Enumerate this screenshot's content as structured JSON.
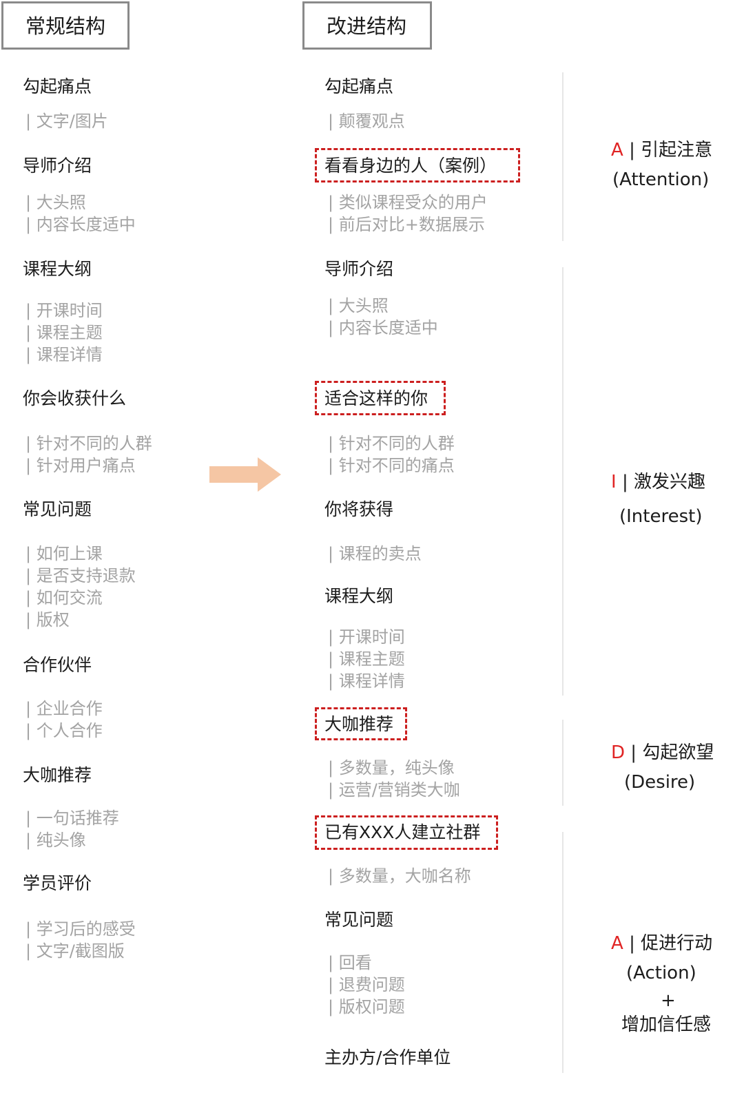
{
  "left": {
    "header": "常规结构",
    "sections": [
      {
        "title": "勾起痛点",
        "items": [
          "| 文字/图片"
        ]
      },
      {
        "title": "导师介绍",
        "items": [
          "| 大头照",
          "| 内容长度适中"
        ]
      },
      {
        "title": "课程大纲",
        "items": [
          "| 开课时间",
          "| 课程主题",
          "| 课程详情"
        ]
      },
      {
        "title": "你会收获什么",
        "items": [
          "| 针对不同的人群",
          "| 针对用户痛点"
        ]
      },
      {
        "title": "常见问题",
        "items": [
          "| 如何上课",
          "| 是否支持退款",
          "| 如何交流",
          "| 版权"
        ]
      },
      {
        "title": "合作伙伴",
        "items": [
          "| 企业合作",
          "| 个人合作"
        ]
      },
      {
        "title": "大咖推荐",
        "items": [
          "| 一句话推荐",
          "| 纯头像"
        ]
      },
      {
        "title": "学员评价",
        "items": [
          "| 学习后的感受",
          "| 文字/截图版"
        ]
      }
    ]
  },
  "right": {
    "header": "改进结构",
    "sections": [
      {
        "title": "勾起痛点",
        "highlighted": false,
        "items": [
          "| 颠覆观点"
        ]
      },
      {
        "title": "看看身边的人（案例）",
        "highlighted": true,
        "items": [
          "| 类似课程受众的用户",
          "| 前后对比+数据展示"
        ]
      },
      {
        "title": "导师介绍",
        "highlighted": false,
        "items": [
          "| 大头照",
          "| 内容长度适中"
        ]
      },
      {
        "title": "适合这样的你",
        "highlighted": true,
        "items": [
          "| 针对不同的人群",
          "| 针对不同的痛点"
        ]
      },
      {
        "title": "你将获得",
        "highlighted": false,
        "items": [
          "| 课程的卖点"
        ]
      },
      {
        "title": "课程大纲",
        "highlighted": false,
        "items": [
          "| 开课时间",
          "| 课程主题",
          "| 课程详情"
        ]
      },
      {
        "title": "大咖推荐",
        "highlighted": true,
        "items": [
          "| 多数量，纯头像",
          "| 运营/营销类大咖"
        ]
      },
      {
        "title": "已有XXX人建立社群",
        "highlighted": true,
        "items": [
          "| 多数量，大咖名称"
        ]
      },
      {
        "title": "常见问题",
        "highlighted": false,
        "items": [
          "| 回看",
          "| 退费问题",
          "| 版权问题"
        ]
      },
      {
        "title": "主办方/合作单位",
        "highlighted": false,
        "items": []
      }
    ]
  },
  "aida": [
    {
      "letter": "A",
      "label": "| 引起注意",
      "paren": "(Attention)"
    },
    {
      "letter": "I",
      "label": "| 激发兴趣",
      "paren": "(Interest)"
    },
    {
      "letter": "D",
      "label": "| 勾起欲望",
      "paren": "(Desire)"
    },
    {
      "letter": "A",
      "label": "| 促进行动",
      "paren": "(Action)",
      "plus": "+",
      "extra": "增加信任感"
    }
  ],
  "colors": {
    "accent_red": "#e02424",
    "dash_red": "#cc1f1f",
    "arrow": "#f5c6a4",
    "muted": "#a3a3a3",
    "border": "#8a8a8a"
  }
}
